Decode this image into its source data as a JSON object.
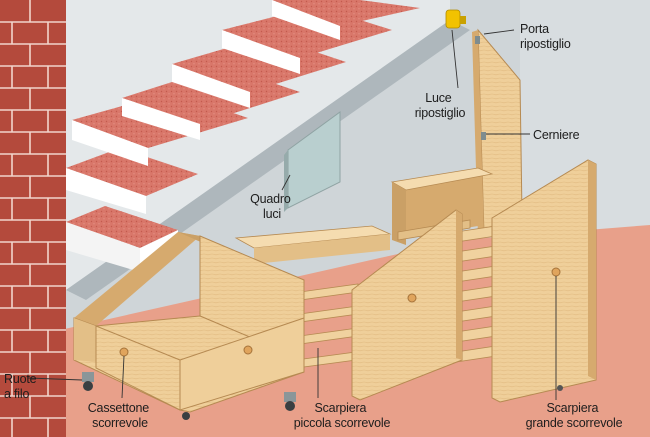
{
  "labels": {
    "porta_ripostiglio": [
      "Porta",
      "ripostiglio"
    ],
    "luce_ripostiglio": [
      "Luce",
      "ripostiglio"
    ],
    "cerniere": [
      "Cerniere"
    ],
    "quadro_luci": [
      "Quadro",
      "luci"
    ],
    "ruote_a_filo": [
      "Ruote",
      "a filo"
    ],
    "cassettone_scorrevole": [
      "Cassettone",
      "scorrevole"
    ],
    "scarpiera_piccola": [
      "Scarpiera",
      "piccola scorrevole"
    ],
    "scarpiera_grande": [
      "Scarpiera",
      "grande scorrevole"
    ]
  },
  "colors": {
    "wall": "#cfd5d8",
    "floor": "#e8a08a",
    "brick": "#b44a3c",
    "stair_tread": "#d9776a",
    "stair_riser": "#ffffff",
    "wood": "#efcf9a",
    "wood_dark": "#d6aa6e",
    "bulb": "#f2c200"
  }
}
